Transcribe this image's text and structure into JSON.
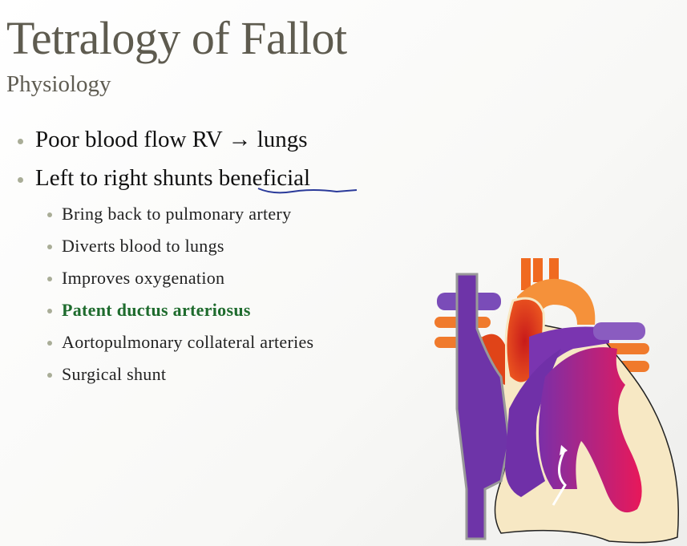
{
  "slide": {
    "title": "Tetralogy of Fallot",
    "subtitle": "Physiology",
    "bullets": [
      {
        "text": "Poor blood flow RV → lungs"
      },
      {
        "text": "Left to right shunts beneficial"
      }
    ],
    "sub_bullets": [
      {
        "text": "Bring back to pulmonary artery"
      },
      {
        "text": "Diverts blood to lungs"
      },
      {
        "text": "Improves oxygenation"
      },
      {
        "text": "Patent ductus arteriosus",
        "highlight_color": "#1e6b2d"
      },
      {
        "text": "Aortopulmonary collateral arteries"
      },
      {
        "text": "Surgical shunt"
      }
    ]
  },
  "colors": {
    "title": "#5e5b4f",
    "bullet": "#a9ad97",
    "annotation": "#2a3a9a"
  }
}
